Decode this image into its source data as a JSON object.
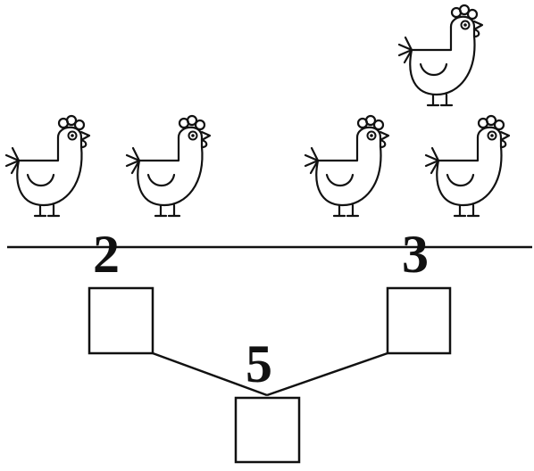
{
  "diagram": {
    "left_group": {
      "chicken_count": 2,
      "number": "2"
    },
    "right_group": {
      "chicken_count": 3,
      "number": "3"
    },
    "total": {
      "number": "5"
    },
    "stroke_color": "#111111",
    "background": "#ffffff"
  }
}
